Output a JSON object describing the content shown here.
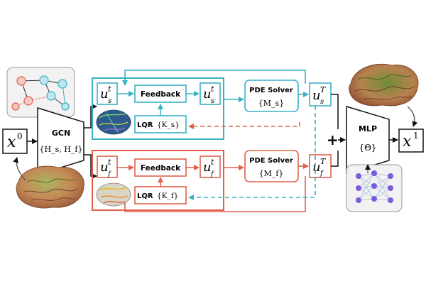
{
  "colors": {
    "slow": "#3ab0c4",
    "fast": "#e0604c",
    "line": "#111111",
    "inset_bg": "#f2f2f2",
    "brain_green": "#8aa046",
    "brain_orange": "#c48a56"
  },
  "icons": [
    "graph-icon",
    "brain-cortex-icon",
    "brain-connectome-icon",
    "neural-network-icon"
  ],
  "input": {
    "label": "x",
    "sup": "0"
  },
  "gcn": {
    "name": "GCN",
    "params": "{H_s, H_f}"
  },
  "slow": {
    "state": {
      "base": "u",
      "sup": "t",
      "sub": "s"
    },
    "feedback": "Feedback",
    "lqr": {
      "name": "LQR",
      "param": "{K_s}"
    },
    "solver": {
      "name": "PDE Solver",
      "param": "{M_s}"
    },
    "output": {
      "base": "u",
      "sup": "T",
      "sub": "s"
    }
  },
  "fast": {
    "state": {
      "base": "u",
      "sup": "t",
      "sub": "f"
    },
    "feedback": "Feedback",
    "lqr": {
      "name": "LQR",
      "param": "{K_f}"
    },
    "solver": {
      "name": "PDE Solver",
      "param": "{M_f}"
    },
    "output": {
      "base": "u",
      "sup": "T",
      "sub": "f"
    }
  },
  "plus": "+",
  "mlp": {
    "name": "MLP",
    "param": "{Θ}"
  },
  "output": {
    "label": "x",
    "sup": "1"
  }
}
